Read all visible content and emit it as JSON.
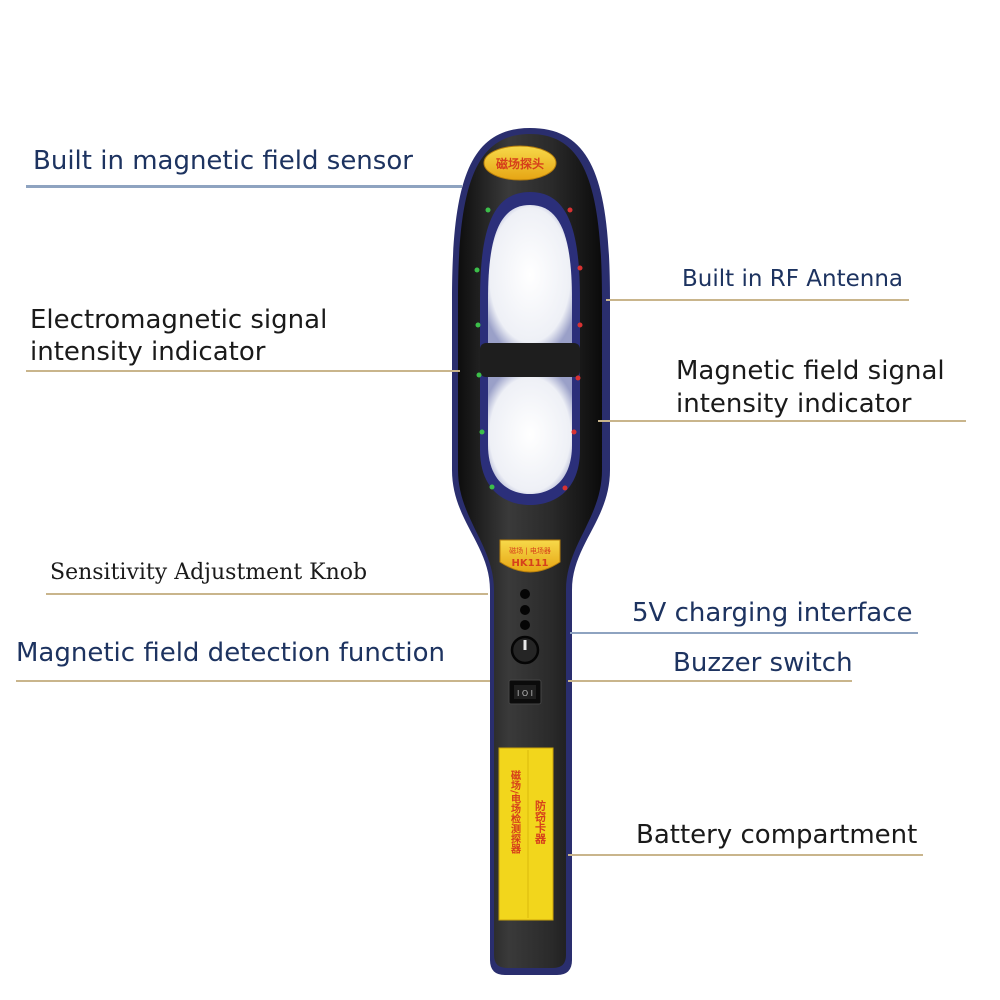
{
  "diagram": {
    "subject": "Handheld RF / magnetic field detector",
    "device_badge_top": "磁场探头",
    "device_badge_model": "HK111",
    "device_badge_model_sub": "磁场 / 电场器",
    "battery_label_left": "磁场/电场检测探器",
    "battery_label_right": "防窃卡器",
    "colors": {
      "navy_text": "#1d3360",
      "black_text": "#1a1a1a",
      "rule_tan": "#c9b58c",
      "rule_blue": "#8ea3c0",
      "device_body": "#1c1c1c",
      "device_rim": "#2a2e6e",
      "badge_yellow": "#f3c81c",
      "led_green": "#3cbf4a",
      "led_red": "#d83232"
    }
  },
  "callouts": [
    {
      "id": "magnetic-field-sensor",
      "text": "Built in magnetic field sensor",
      "side": "left"
    },
    {
      "id": "rf-antenna",
      "text": "Built in RF Antenna",
      "side": "right"
    },
    {
      "id": "em-signal-indicator",
      "line1": "Electromagnetic signal",
      "line2": "intensity indicator",
      "side": "left"
    },
    {
      "id": "magnetic-signal-indicator",
      "line1": "Magnetic field signal",
      "line2": "intensity indicator",
      "side": "right"
    },
    {
      "id": "sensitivity-knob",
      "text": "Sensitivity Adjustment Knob",
      "side": "left"
    },
    {
      "id": "charging-interface",
      "text": "5V charging interface",
      "side": "right"
    },
    {
      "id": "magnetic-detection",
      "text": "Magnetic field detection function",
      "side": "left"
    },
    {
      "id": "buzzer-switch",
      "text": "Buzzer switch",
      "side": "right"
    },
    {
      "id": "battery-compartment",
      "text": "Battery compartment",
      "side": "right"
    }
  ]
}
